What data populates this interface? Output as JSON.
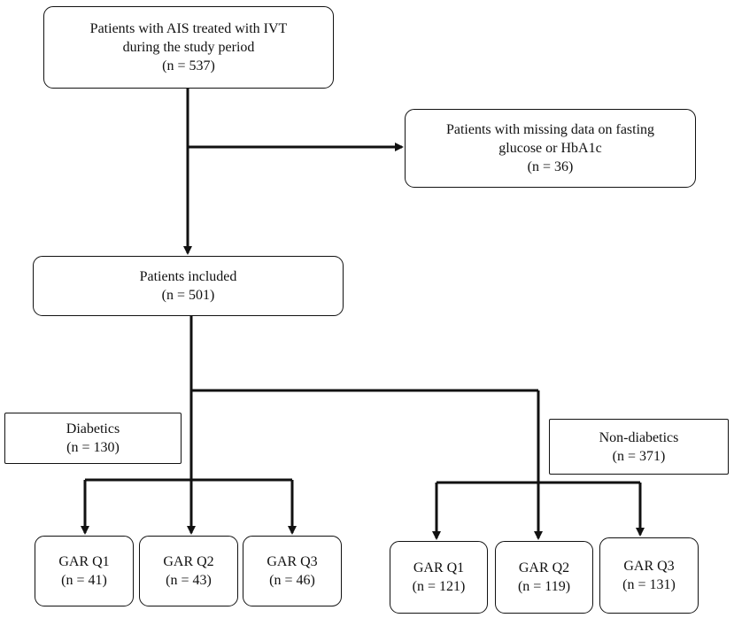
{
  "start": {
    "line1": "Patients with AIS treated with IVT",
    "line2": "during the study period",
    "count": "(n = 537)"
  },
  "excluded": {
    "line1": "Patients with missing data on fasting",
    "line2": "glucose or HbA1c",
    "count": "(n = 36)"
  },
  "included": {
    "label": "Patients included",
    "count": "(n = 501)"
  },
  "diabetics": {
    "label": "Diabetics",
    "count": "(n = 130)",
    "groups": [
      {
        "label": "GAR Q1",
        "count": "(n = 41)"
      },
      {
        "label": "GAR Q2",
        "count": "(n = 43)"
      },
      {
        "label": "GAR Q3",
        "count": "(n = 46)"
      }
    ]
  },
  "non_diabetics": {
    "label": "Non-diabetics",
    "count": "(n = 371)",
    "groups": [
      {
        "label": "GAR Q1",
        "count": "(n = 121)"
      },
      {
        "label": "GAR Q2",
        "count": "(n = 119)"
      },
      {
        "label": "GAR Q3",
        "count": "(n = 131)"
      }
    ]
  }
}
